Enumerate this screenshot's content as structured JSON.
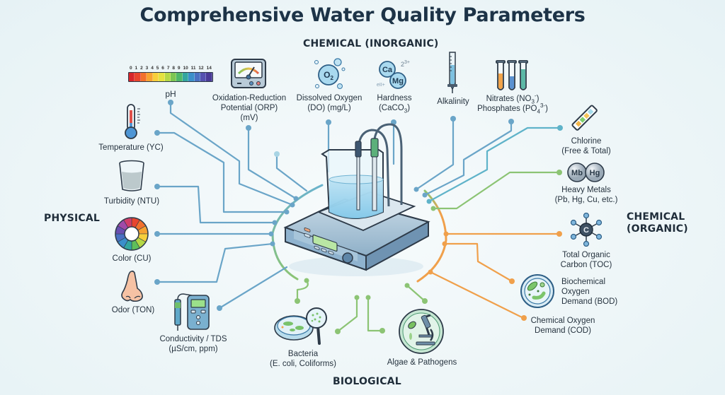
{
  "title": "Comprehensive Water Quality Parameters",
  "categories": {
    "chemical_inorganic": "CHEMICAL (INORGANIC)",
    "physical": "PHYSICAL",
    "chemical_organic_line1": "CHEMICAL",
    "chemical_organic_line2": "(ORGANIC)",
    "biological": "BIOLOGICAL"
  },
  "colors": {
    "physical": "#6aa5c8",
    "inorganic": "#5fb3c9",
    "organic": "#f0a04b",
    "biological": "#8cc474",
    "title": "#1d3347"
  },
  "ph_scale": {
    "ticks": [
      "0",
      "1",
      "2",
      "3",
      "4",
      "5",
      "6",
      "7",
      "8",
      "9",
      "10",
      "11",
      "12",
      "14"
    ],
    "colors": [
      "#d7262b",
      "#e8452e",
      "#f2702c",
      "#f7a331",
      "#f7cf3b",
      "#e5e23f",
      "#b5d845",
      "#7dc653",
      "#4fb76a",
      "#33a6a0",
      "#3b8fca",
      "#4a70c2",
      "#5552b0",
      "#4a3b97"
    ]
  },
  "parameters": {
    "physical": [
      {
        "label": "Temperature (YC)",
        "icon": "thermometer-icon"
      },
      {
        "label": "Turbidity (NTU)",
        "icon": "glass-icon"
      },
      {
        "label": "Color (CU)",
        "icon": "color-wheel-icon"
      },
      {
        "label": "Odor (TON)",
        "icon": "nose-icon"
      },
      {
        "label_line1": "Conductivity / TDS",
        "label_line2": "(µS/cm, ppm)",
        "icon": "conductivity-meter-icon"
      }
    ],
    "inorganic": {
      "ph": {
        "label": "pH",
        "icon": "ph-scale-icon"
      },
      "orp": {
        "label_line1": "Oxidation-Reduction",
        "label_line2": "Potential (ORP)",
        "label_line3": "(mV)",
        "icon": "gauge-meter-icon"
      },
      "do": {
        "label_line1": "Dissolved Oxygen",
        "label_line2": "(DO) (mg/L)",
        "icon": "oxygen-bubbles-icon",
        "symbol": "O",
        "subscript": "2"
      },
      "hardness": {
        "label_line1": "Hardness",
        "label_line2_prefix": "(CaCO",
        "label_line2_sub": "3",
        "label_line2_suffix": ")",
        "icon": "ca-mg-ions-icon",
        "ion1": "Ca",
        "ion2": "Mg",
        "charge1": "2",
        "charge1_sup": "3+",
        "charge2": "eII",
        "charge2_sup": "+"
      },
      "alkalinity": {
        "label": "Alkalinity",
        "icon": "burette-icon"
      },
      "nutrients": {
        "label_line1_prefix": "Nitrates (NO",
        "label_line1_sub": "3",
        "label_line1_sup": "-",
        "label_line1_suffix": ")",
        "label_line2_prefix": "Phosphates (PO",
        "label_line2_sub": "4",
        "label_line2_sup": "3-",
        "label_line2_suffix": ")",
        "icon": "test-tubes-icon"
      },
      "chlorine": {
        "label_line1": "Chlorine",
        "label_line2": "(Free & Total)",
        "icon": "test-strip-icon"
      },
      "heavy_metals": {
        "label_line1": "Heavy Metals",
        "label_line2": "(Pb, Hg, Cu, etc.)",
        "icon": "metal-spheres-icon",
        "sym1": "Mb",
        "sym2": "Hg"
      }
    },
    "organic": [
      {
        "label_line1": "Total Organic",
        "label_line2": "Carbon (TOC)",
        "icon": "carbon-molecule-icon",
        "symbol": "C"
      },
      {
        "label_line1": "Biochemical",
        "label_line2": "Oxygen",
        "label_line3": "Demand (BOD)",
        "icon": "petri-microbes-icon"
      },
      {
        "label_line1": "Chemical Oxygen",
        "label_line2": "Demand (COD)",
        "icon": "none"
      }
    ],
    "biological": [
      {
        "label_line1": "Bacteria",
        "label_line2": "(E. coli, Coliforms)",
        "icon": "petri-dish-magnifier-icon"
      },
      {
        "label": "Algae & Pathogens",
        "icon": "microscope-icon"
      }
    ]
  },
  "center": {
    "icon": "lab-analyzer-beaker-icon"
  }
}
